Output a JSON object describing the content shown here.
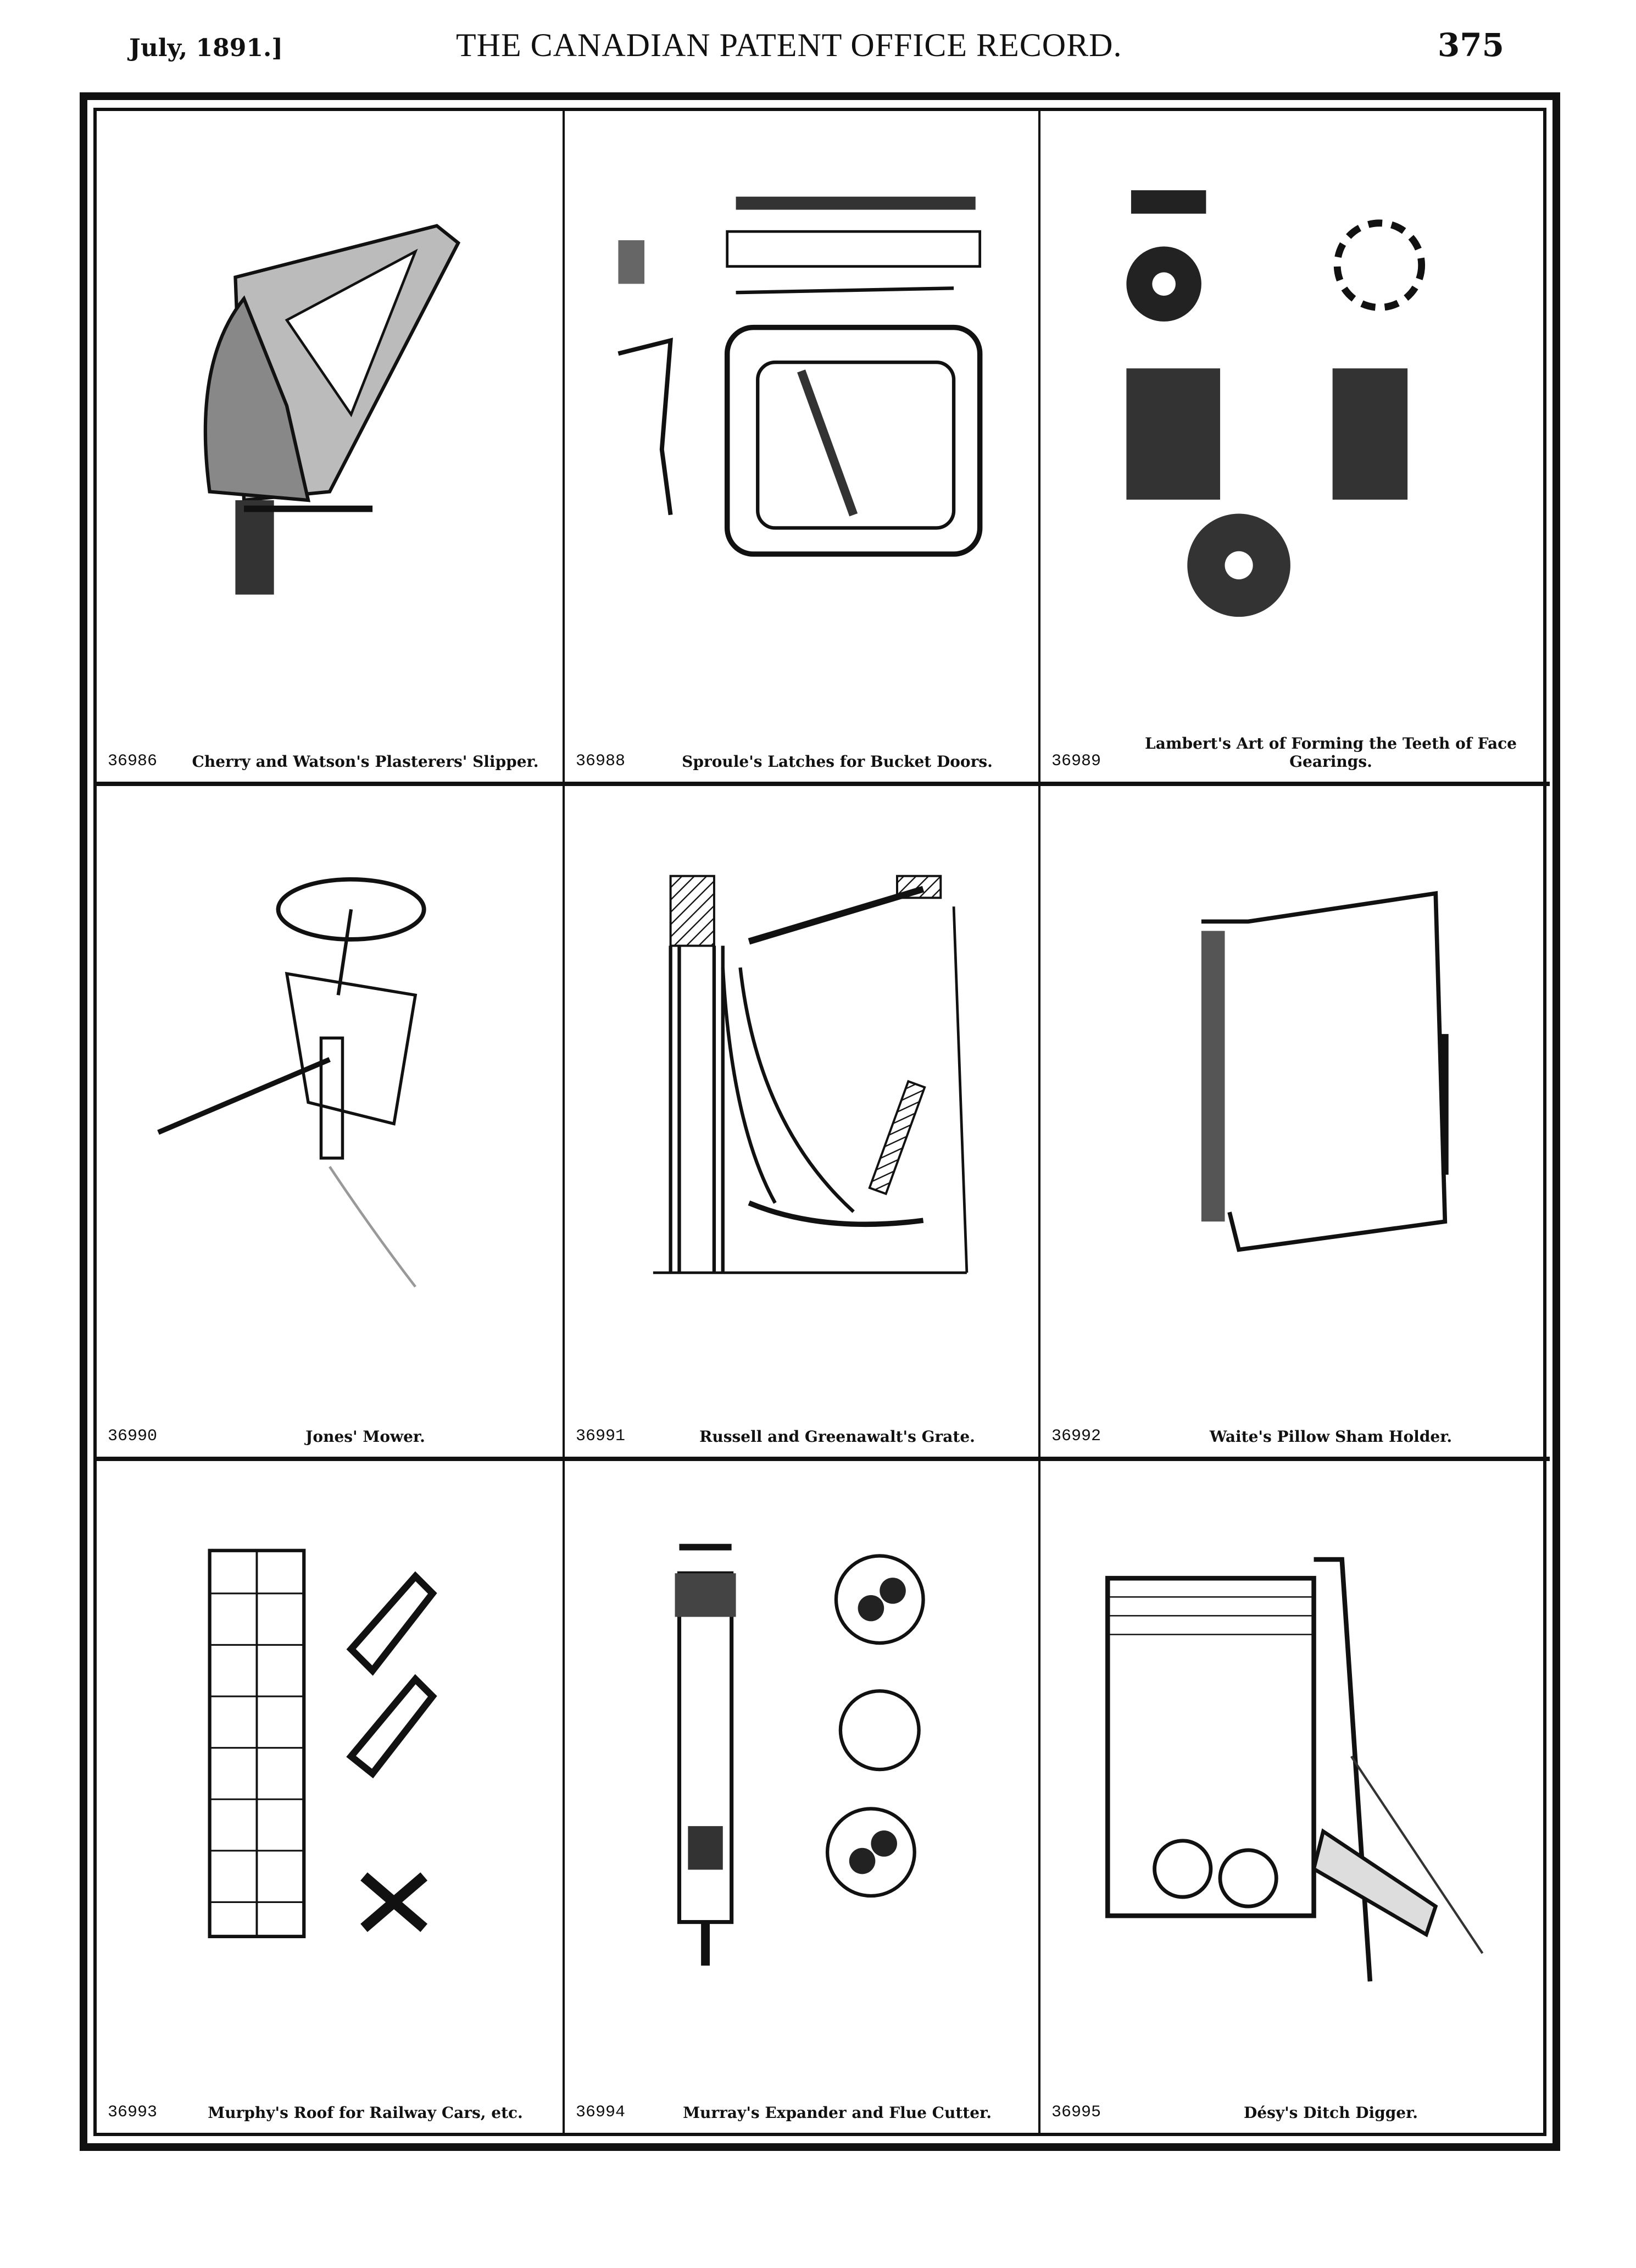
{
  "header": {
    "date": "July, 1891.]",
    "title": "THE CANADIAN PATENT OFFICE RECORD.",
    "page_number": "375"
  },
  "patents": [
    {
      "number": "36986",
      "title": "Cherry and Watson's Plasterers' Slipper."
    },
    {
      "number": "36988",
      "title": "Sproule's Latches for Bucket Doors."
    },
    {
      "number": "36989",
      "title": "Lambert's Art of Forming the Teeth of Face Gearings."
    },
    {
      "number": "36990",
      "title": "Jones' Mower."
    },
    {
      "number": "36991",
      "title": "Russell and Greenawalt's Grate."
    },
    {
      "number": "36992",
      "title": "Waite's Pillow Sham Holder."
    },
    {
      "number": "36993",
      "title": "Murphy's Roof for Railway Cars, etc."
    },
    {
      "number": "36994",
      "title": "Murray's Expander and Flue Cutter."
    },
    {
      "number": "36995",
      "title": "Désy's Ditch Digger."
    }
  ]
}
